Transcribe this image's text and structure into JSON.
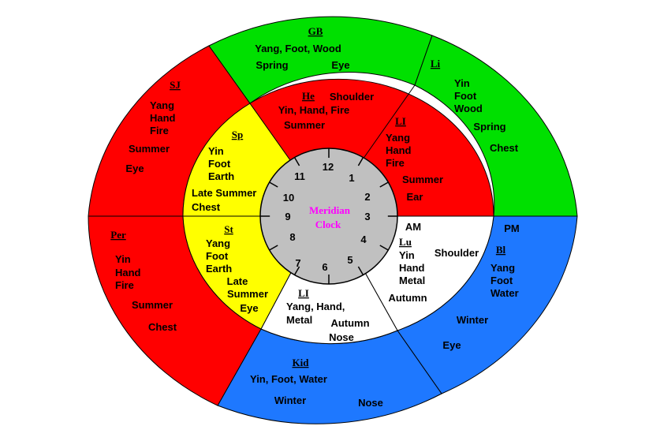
{
  "colors": {
    "red": "#ff0000",
    "green": "#00e000",
    "blue": "#1e78ff",
    "yellow": "#ffff00",
    "white": "#ffffff",
    "gray": "#c0c0c0",
    "center_text": "#ff00ff"
  },
  "center": {
    "line1": "Meridian",
    "line2": "Clock"
  },
  "clock_numbers": [
    "12",
    "1",
    "2",
    "3",
    "4",
    "5",
    "6",
    "7",
    "8",
    "9",
    "10",
    "11"
  ],
  "am_label": "AM",
  "pm_label": "PM",
  "outer": {
    "gb": {
      "title": "GB",
      "line1": "Yang, Foot, Wood",
      "season": "Spring",
      "organ": "Eye"
    },
    "li": {
      "title": "Li",
      "l1": "Yin",
      "l2": "Foot",
      "l3": "Wood",
      "season": "Spring",
      "organ": "Chest"
    },
    "sj": {
      "title": "SJ",
      "l1": "Yang",
      "l2": "Hand",
      "l3": "Fire",
      "season": "Summer",
      "organ": "Eye"
    },
    "per": {
      "title": "Per",
      "l1": "Yin",
      "l2": "Hand",
      "l3": "Fire",
      "season": "Summer",
      "organ": "Chest"
    },
    "bl": {
      "title": "Bl",
      "l1": "Yang",
      "l2": "Foot",
      "l3": "Water",
      "season": "Winter",
      "organ": "Eye"
    },
    "kid": {
      "title": "Kid",
      "line1": "Yin, Foot, Water",
      "season": "Winter",
      "organ": "Nose"
    }
  },
  "inner": {
    "he": {
      "title": "He",
      "organ": "Shoulder",
      "line1": "Yin, Hand, Fire",
      "season": "Summer"
    },
    "li_upper": {
      "title": "LI",
      "l1": "Yang",
      "l2": "Hand",
      "l3": "Fire",
      "season": "Summer",
      "organ": "Ear"
    },
    "sp": {
      "title": "Sp",
      "l1": "Yin",
      "l2": "Foot",
      "l3": "Earth",
      "season": "Late Summer",
      "organ": "Chest"
    },
    "st": {
      "title": "St",
      "l1": "Yang",
      "l2": "Foot",
      "l3": "Earth",
      "season1": "Late",
      "season2": "Summer",
      "organ": "Eye"
    },
    "li_lower": {
      "title": "LI",
      "line1": "Yang, Hand,",
      "line2": "Metal",
      "season": "Autumn",
      "organ": "Nose"
    },
    "lu": {
      "title": "Lu",
      "organ": "Shoulder",
      "l1": "Yin",
      "l2": "Hand",
      "l3": "Metal",
      "season": "Autumn"
    }
  }
}
